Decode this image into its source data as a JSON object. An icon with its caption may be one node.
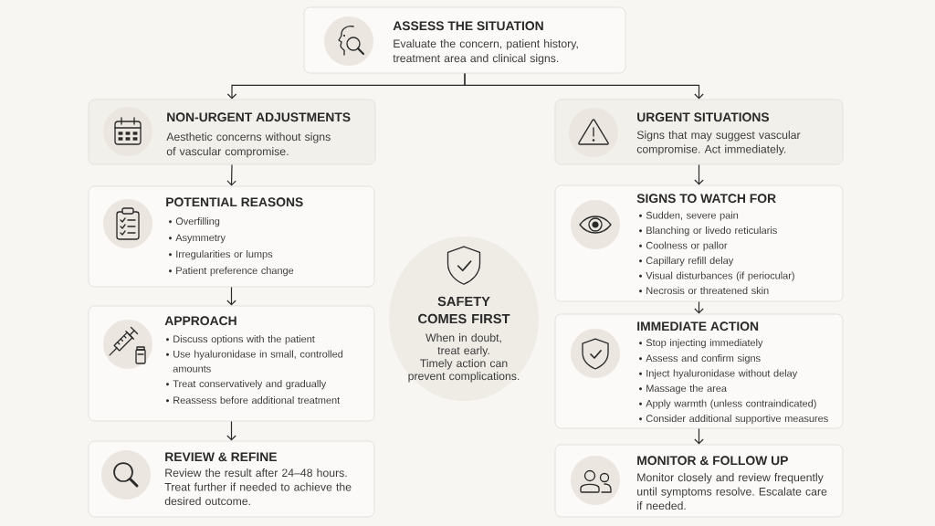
{
  "diagram": {
    "nodes": [
      {
        "text": [
          "ASSESS THE SITUATION",
          "Evaluate the concern, patient history, treatment area and clinical signs."
        ]
      },
      {
        "text": [
          "NON-URGENT ADJUSTMENTS",
          "Aesthetic concerns without signs of vascular compromise."
        ]
      },
      {
        "text": [
          "POTENTIAL REASONS",
          "Overfilling",
          "Asymmetry",
          "Irregularities or lumps",
          "Patient preference change"
        ]
      },
      {
        "text": [
          "APPROACH",
          "Discuss options with the patient",
          "Use hyaluronidase in small, controlled amounts",
          "Treat conservatively and gradually",
          "Reassess before additional treatment"
        ]
      },
      {
        "text": [
          "REVIEW & REFINE",
          "Review the result after 24–48 hours. Treat further if needed to achieve the desired outcome."
        ]
      },
      {
        "text": [
          "URGENT SITUATIONS",
          "Signs that may suggest vascular compromise. Act immediately."
        ]
      },
      {
        "text": [
          "SIGNS TO WATCH FOR",
          "Sudden, severe pain",
          "Blanching or livedo reticularis",
          "Coolness or pallor",
          "Capillary refill delay",
          "Visual disturbances (if periocular)",
          "Necrosis or threatened skin"
        ]
      },
      {
        "text": [
          "IMMEDIATE ACTION",
          "Stop injecting immediately",
          "Assess and confirm signs",
          "Inject hyaluronidase without delay",
          "Massage the area",
          "Apply warmth (unless contraindicated)",
          "Consider additional supportive measures"
        ]
      },
      {
        "text": [
          "MONITOR & FOLLOW UP",
          "Monitor closely and review frequently until symptoms resolve. Escalate care if needed."
        ]
      },
      {
        "text": [
          "SAFETY COMES FIRST",
          "When in doubt, treat early.",
          "Timely action can prevent complications."
        ]
      }
    ],
    "edges": [
      {
        "from": 0,
        "to": 1,
        "arrow": "to"
      },
      {
        "from": 0,
        "to": 5,
        "arrow": "to"
      },
      {
        "from": 1,
        "to": 2,
        "arrow": "to"
      },
      {
        "from": 2,
        "to": 3,
        "arrow": "to"
      },
      {
        "from": 3,
        "to": 4,
        "arrow": "to"
      },
      {
        "from": 5,
        "to": 6,
        "arrow": "to"
      },
      {
        "from": 6,
        "to": 7,
        "arrow": "to"
      },
      {
        "from": 7,
        "to": 8,
        "arrow": "to"
      }
    ]
  }
}
